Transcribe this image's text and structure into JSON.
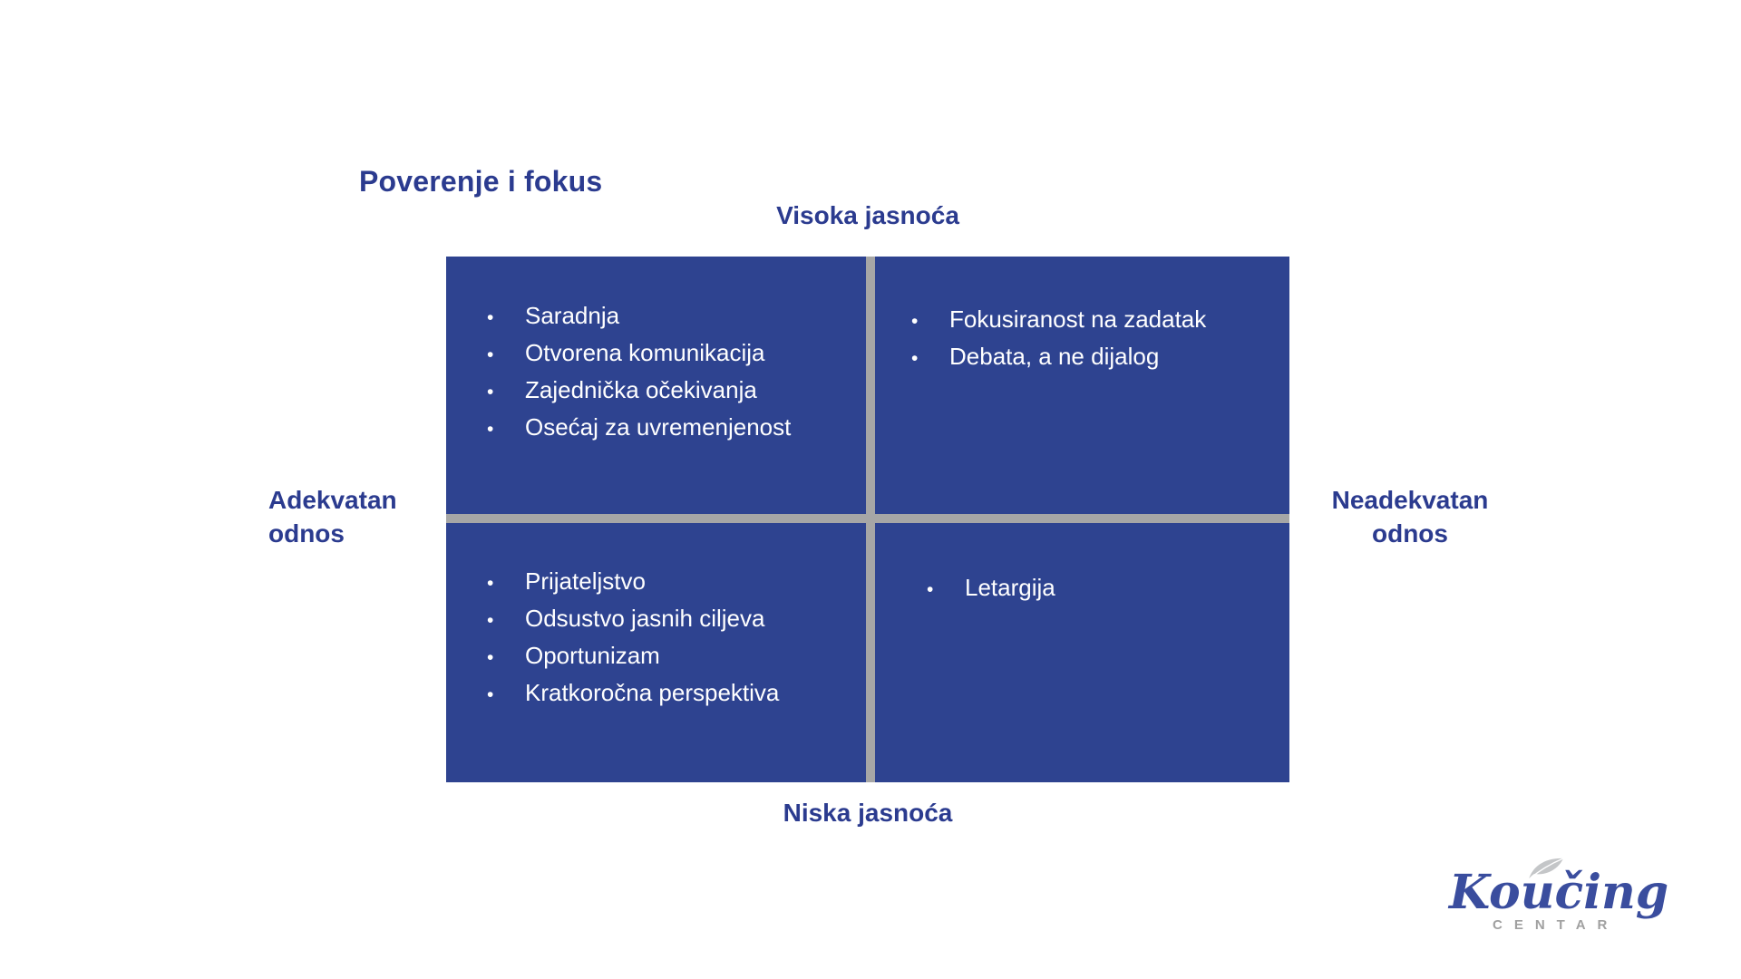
{
  "slide": {
    "title": "Poverenje i fokus",
    "axis_labels": {
      "top": "Visoka jasnoća",
      "bottom": "Niska jasnoća",
      "left": "Adekvatan\nodnos",
      "right": "Neadekvatan\nodnos"
    },
    "quadrants": {
      "top_left": [
        "Saradnja",
        "Otvorena komunikacija",
        "Zajednička očekivanja",
        "Osećaj za uvremenjenost"
      ],
      "top_right": [
        "Fokusiranost na zadatak",
        "Debata, a ne dijalog"
      ],
      "bottom_left": [
        "Prijateljstvo",
        "Odsustvo jasnih ciljeva",
        "Oportunizam",
        "Kratkoročna perspektiva"
      ],
      "bottom_right": [
        "Letargija"
      ]
    },
    "logo": {
      "wordmark": "Koučing",
      "subtitle": "CENTAR"
    },
    "colors": {
      "quadrant_fill": "#2E4390",
      "divider_gray": "#A6A6A6",
      "label_blue": "#2B3B8F",
      "quadrant_text": "#FFFFFF",
      "logo_blue": "#3A4D9E",
      "logo_gray": "#A0A0A0",
      "leaf_gray": "#C4C6C8"
    }
  }
}
